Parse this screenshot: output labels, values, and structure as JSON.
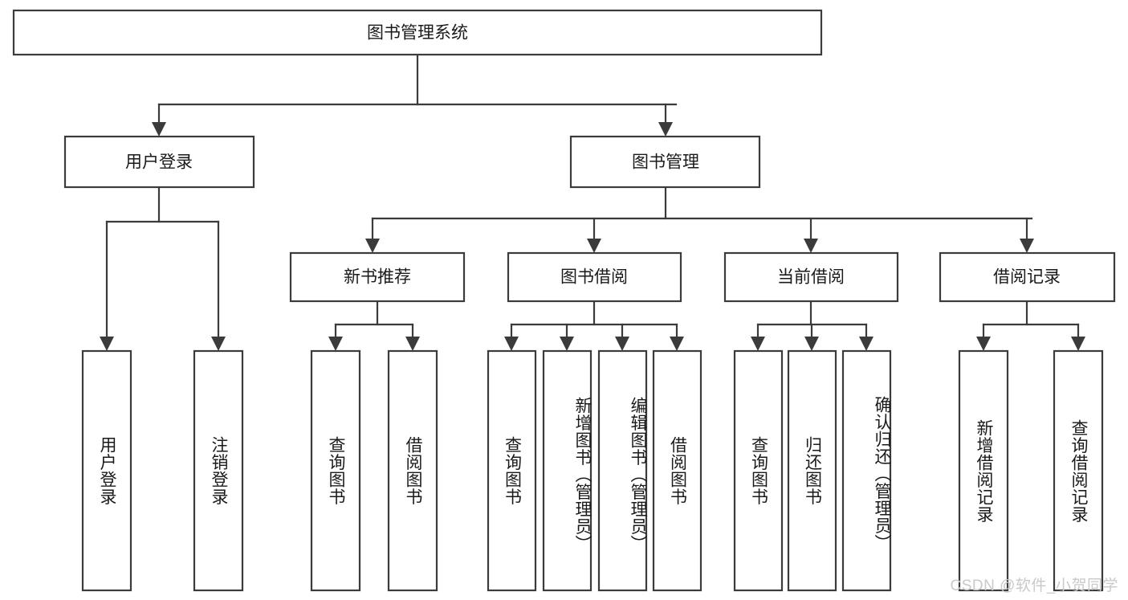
{
  "diagram": {
    "type": "tree-hierarchy",
    "title": "图书管理系统",
    "orientation": "top-down",
    "watermark": "CSDN @软件_小贺同学",
    "colors": {
      "box_stroke": "#3b3b3b",
      "box_fill": "#ffffff",
      "connector": "#3b3b3b",
      "text": "#1a1a1a",
      "watermark": "#c9c9c9",
      "background": "#ffffff"
    },
    "root": {
      "label": "图书管理系统"
    },
    "level2": [
      {
        "label": "用户登录"
      },
      {
        "label": "图书管理"
      }
    ],
    "level3": [
      {
        "label": "新书推荐"
      },
      {
        "label": "图书借阅"
      },
      {
        "label": "当前借阅"
      },
      {
        "label": "借阅记录"
      }
    ],
    "leaves": {
      "user_login": [
        {
          "label": "用户登录"
        },
        {
          "label": "注销登录"
        }
      ],
      "new_book_recommend": [
        {
          "label": "查询图书"
        },
        {
          "label": "借阅图书"
        }
      ],
      "book_borrow": [
        {
          "label": "查询图书"
        },
        {
          "label": "新增图书（管理员）"
        },
        {
          "label": "编辑图书（管理员）"
        },
        {
          "label": "借阅图书"
        }
      ],
      "current_borrow": [
        {
          "label": "查询图书"
        },
        {
          "label": "归还图书"
        },
        {
          "label": "确认归还（管理员）"
        }
      ],
      "borrow_record": [
        {
          "label": "新增借阅记录"
        },
        {
          "label": "查询借阅记录"
        }
      ]
    }
  }
}
